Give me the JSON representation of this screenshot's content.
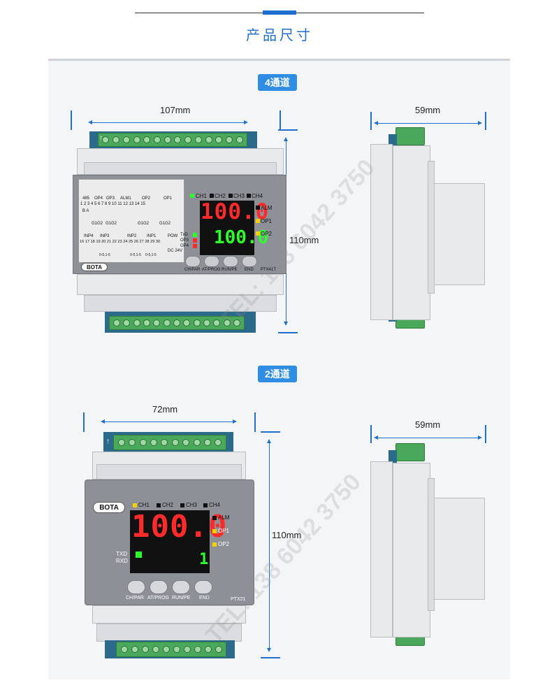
{
  "header": {
    "title": "产品尺寸"
  },
  "section1": {
    "badge": "4通道",
    "width_label": "107mm",
    "height_label": "110mm",
    "side_width_label": "59mm",
    "device": {
      "brand": "BOTA",
      "model": "PTX41T",
      "channels": [
        "CH1",
        "CH2",
        "CH3",
        "CH4"
      ],
      "indicators": [
        "ALM",
        "OP1",
        "OP2"
      ],
      "status": [
        "TxD",
        "OP3",
        "OP4"
      ],
      "display_red": "100.0",
      "display_green": "100.0",
      "buttons": [
        "CH/PAR",
        "AT/PROG",
        "RUN/PE",
        "END"
      ],
      "top_labels": [
        "485",
        "OP4",
        "OP3",
        "ALM1",
        "OP2",
        "OP1"
      ],
      "top_numbers": "1 2 3 4 5 6 7 8 9 10 11 12 13 14 15",
      "ba_label": "B  A",
      "g_labels": [
        "G1G2",
        "G1G2",
        "G1G2",
        "G1G2"
      ],
      "bottom_labels": [
        "INP4",
        "INP3",
        "INP2",
        "INP1",
        "POW"
      ],
      "bottom_numbers": "16 17 18 19 20 21 22 23 24 25 26 27 28 29 30",
      "range_labels": [
        "0-5,1-5",
        "0-5,1-5",
        "0-5,1-5"
      ],
      "power": "DC 24V"
    }
  },
  "section2": {
    "badge": "2通道",
    "width_label": "72mm",
    "height_label": "110mm",
    "side_width_label": "59mm",
    "device": {
      "brand": "BOTA",
      "model": "PTX21",
      "channels": [
        "CH1",
        "CH2",
        "CH3",
        "CH4"
      ],
      "indicators": [
        "ALM",
        "OP1",
        "OP2"
      ],
      "status": [
        "TXD",
        "RXD"
      ],
      "display_red": "100.0",
      "display_green": "1",
      "buttons": [
        "CH/PAR",
        "AT/PROG",
        "RUN/PE",
        "END"
      ]
    }
  },
  "watermark": "TEL: 138 6042 3750",
  "colors": {
    "accent": "#1f6fd1",
    "badge": "#2f8de4",
    "terminal": "#4aa85a"
  }
}
